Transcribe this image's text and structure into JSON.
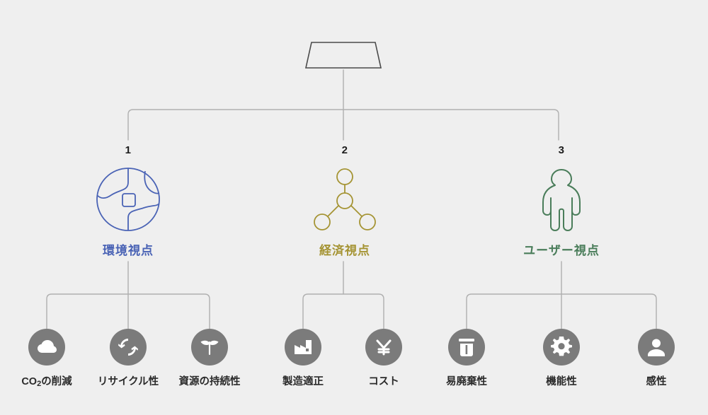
{
  "diagram": {
    "type": "hierarchy-tree",
    "background_color": "#efefef",
    "connector_color": "#b0b0b0",
    "root": {
      "name": "root-trapezoid",
      "label": "",
      "shape": "trapezoid",
      "stroke_color": "#4a4a4a"
    },
    "branches": [
      {
        "number": "1",
        "label": "環境視点",
        "color": "#4a63b5",
        "icon": "globe-icon",
        "children": [
          {
            "label": "CO₂の削減",
            "label_main": "CO",
            "label_sub": "2",
            "label_tail": "の削減",
            "icon": "cloud-icon"
          },
          {
            "label": "リサイクル性",
            "icon": "recycle-icon"
          },
          {
            "label": "資源の持続性",
            "icon": "sprout-icon"
          }
        ]
      },
      {
        "number": "2",
        "label": "経済視点",
        "color": "#a59434",
        "icon": "network-node-icon",
        "children": [
          {
            "label": "製造適正",
            "icon": "factory-icon"
          },
          {
            "label": "コスト",
            "icon": "yen-icon"
          }
        ]
      },
      {
        "number": "3",
        "label": "ユーザー視点",
        "color": "#4a7d5a",
        "icon": "person-icon",
        "children": [
          {
            "label": "易廃棄性",
            "icon": "trash-icon"
          },
          {
            "label": "機能性",
            "icon": "gear-icon"
          },
          {
            "label": "感性",
            "icon": "user-avatar-icon"
          }
        ]
      }
    ]
  }
}
